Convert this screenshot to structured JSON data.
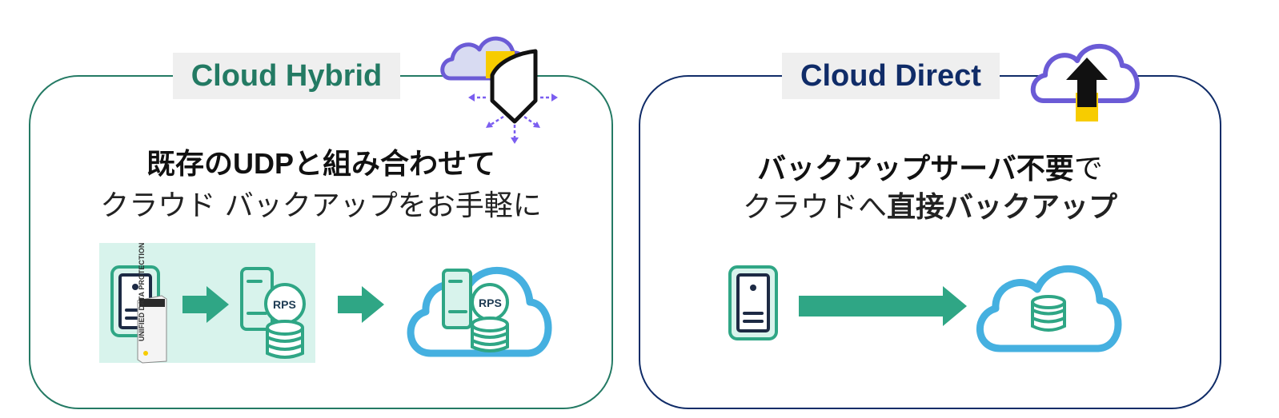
{
  "cloud_hybrid": {
    "title": "Cloud Hybrid",
    "heading_line1_a": "既存の",
    "heading_line1_b": "UDP",
    "heading_line1_c": "と組み合わせて",
    "heading_line2": "クラウド バックアップをお手軽に",
    "rps_label_1": "RPS",
    "rps_label_2": "RPS",
    "product_box_text": "UNIFIED DATA PROTECTION"
  },
  "cloud_direct": {
    "title": "Cloud Direct",
    "heading_line1_a": "バックアップサーバ不要",
    "heading_line1_b": "で",
    "heading_line2_a": "クラウドへ",
    "heading_line2_b": "直接バックアップ"
  },
  "colors": {
    "hybrid_border": "#247a64",
    "direct_border": "#102c68",
    "teal_arrow": "#2fa685",
    "cloud_blue": "#45b0e0",
    "mint_bg": "#d8f3ec",
    "cloud_icon_purple": "#6b5bd6",
    "accent_yellow": "#f7cc00"
  },
  "icons": [
    "cloud-shield-icon",
    "cloud-upload-icon",
    "server-icon",
    "rps-server-icon",
    "database-icon",
    "cloud-icon",
    "arrow-right-icon",
    "product-box-icon"
  ]
}
